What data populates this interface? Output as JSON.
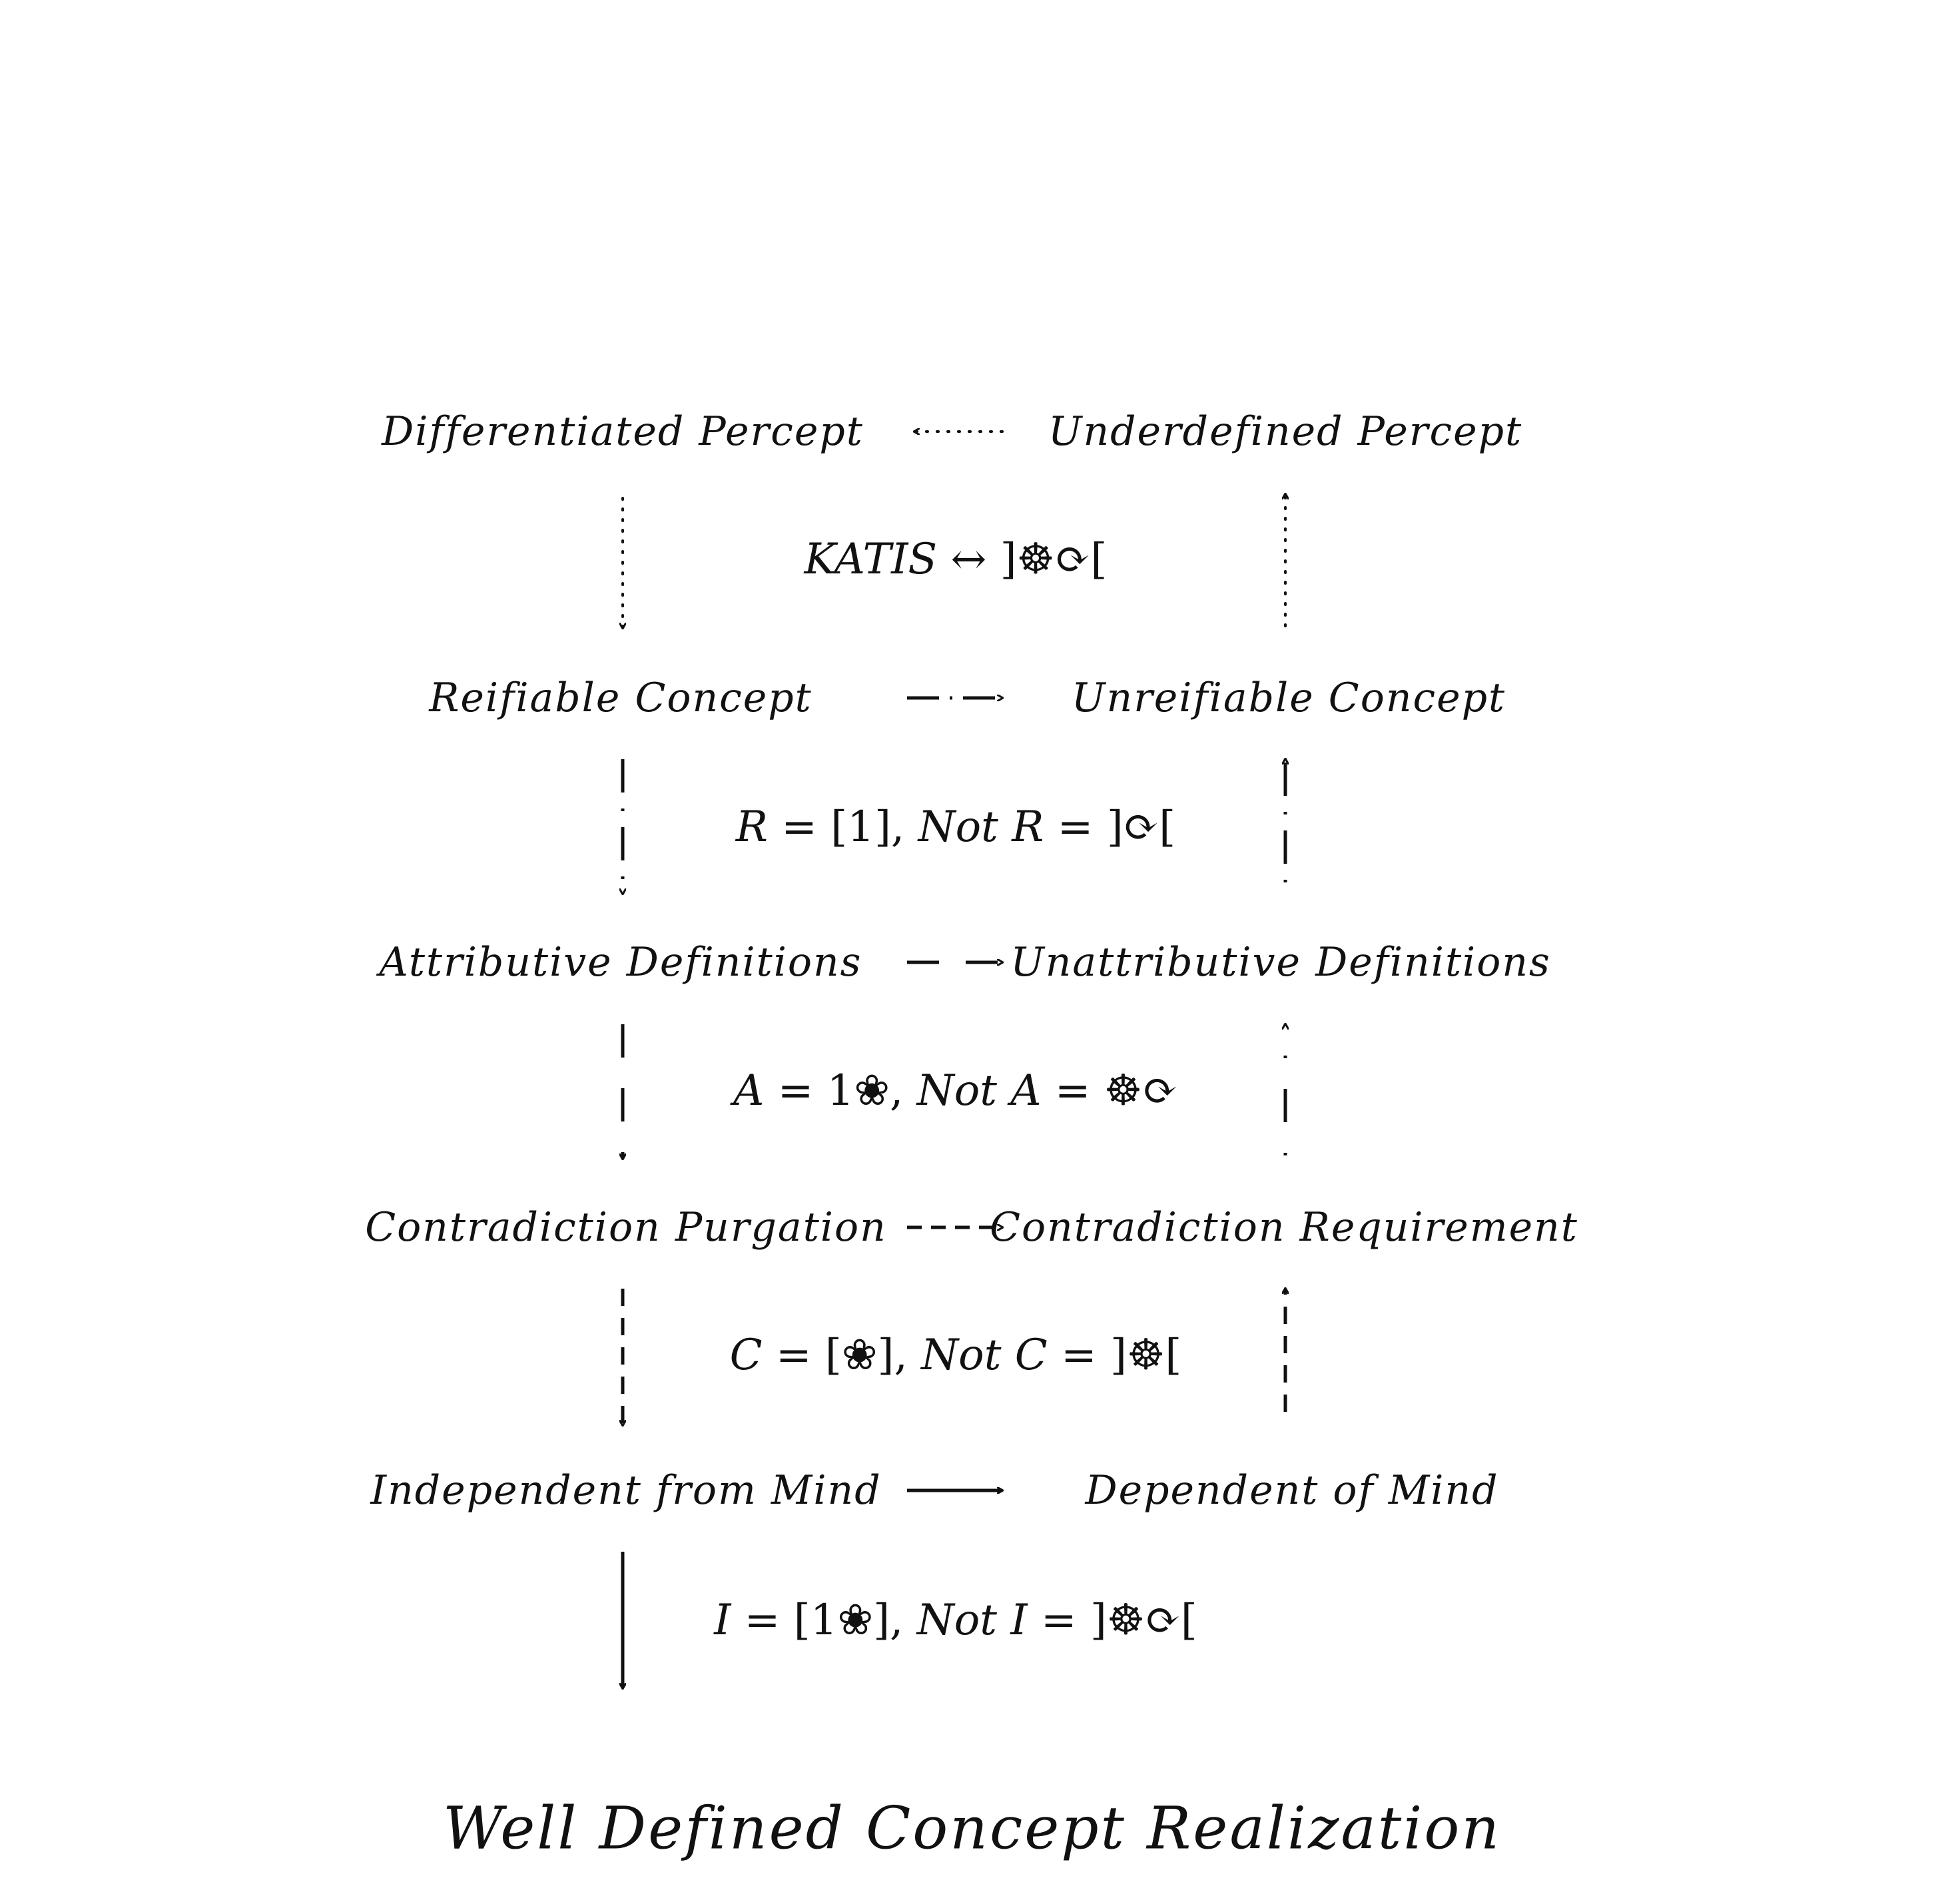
{
  "diagram": {
    "title": "Well Defined Concept Realization",
    "rows": [
      {
        "left": "Differentiated Percept",
        "right": "Underdefined Percept",
        "horizontal_arrow": {
          "direction": "right-to-left",
          "style": "dotted"
        },
        "formula_parts": [
          "KATIS",
          " ↔ ]",
          "☸",
          "⟳",
          "["
        ],
        "formula": "KATIS ↔ ]☸⟳["
      },
      {
        "left": "Reifiable Concept",
        "right": "Unreifiable Concept",
        "horizontal_arrow": {
          "direction": "left-to-right",
          "style": "dash-dot"
        },
        "formula_parts": [
          "R",
          " = [1],  ",
          "Not R",
          " = ]",
          "⟳",
          "["
        ],
        "formula": "R = [1],  Not R = ]⟳["
      },
      {
        "left": "Attributive Definitions",
        "right": "Unattributive Definitions",
        "horizontal_arrow": {
          "direction": "left-to-right",
          "style": "long-dash"
        },
        "formula_parts": [
          "A",
          " = 1",
          "❀",
          ",  ",
          "Not A",
          " = ",
          "☸",
          "⟳"
        ],
        "formula": "A = 1❀,  Not A = ☸⟳"
      },
      {
        "left": "Contradiction Purgation",
        "right": "Contradiction Requirement",
        "horizontal_arrow": {
          "direction": "left-to-right",
          "style": "dashed"
        },
        "formula_parts": [
          "C",
          " = [",
          "❀",
          "],  ",
          "Not C",
          " = ]",
          "☸",
          "["
        ],
        "formula": "C = [❀],  Not C = ]☸["
      },
      {
        "left": "Independent from Mind",
        "right": "Dependent of Mind",
        "horizontal_arrow": {
          "direction": "left-to-right",
          "style": "solid"
        },
        "formula_parts": [
          "I",
          " = [1",
          "❀",
          "],  ",
          "Not I",
          " = ]",
          "☸",
          "⟳",
          "["
        ],
        "formula": "I = [1❀],  Not I = ]☸⟳["
      }
    ],
    "vertical_arrows_left": [
      "dotted-down",
      "dash-dot-down",
      "long-dash-down",
      "dashed-down",
      "solid-down"
    ],
    "vertical_arrows_right": [
      "dotted-up",
      "dash-dot-up",
      "long-dash-up",
      "dashed-up"
    ],
    "colors": {
      "ink": "#111111",
      "background": "#ffffff"
    },
    "icons": {
      "wheel": "dharma-wheel-icon",
      "cycle": "cycle-arrows-icon",
      "flower": "flower-icon"
    }
  }
}
